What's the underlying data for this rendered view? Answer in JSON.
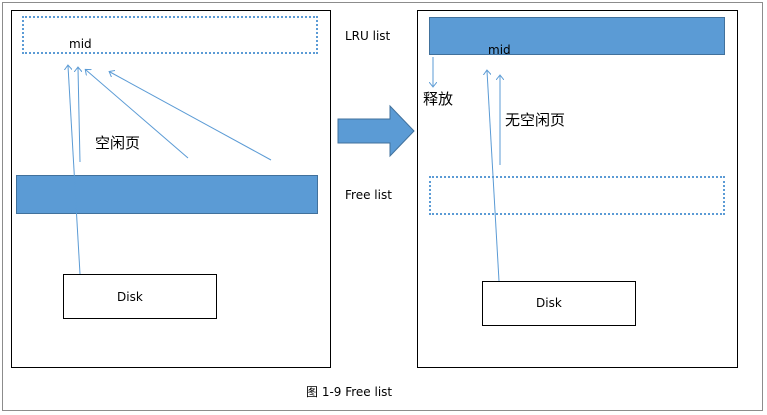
{
  "left_panel": {
    "lru_mid": "mid",
    "free_pages_label": "空闲页",
    "disk": "Disk"
  },
  "middle": {
    "lru_list_label": "LRU list",
    "free_list_label": "Free list"
  },
  "right_panel": {
    "lru_mid": "mid",
    "release_label": "释放",
    "no_free_pages_label": "无空闲页",
    "disk": "Disk"
  },
  "caption": "图 1-9 Free list",
  "colors": {
    "list_fill": "#5b9bd5",
    "arrow": "#5b9bd5",
    "arrow_body": "#4f81bd"
  }
}
